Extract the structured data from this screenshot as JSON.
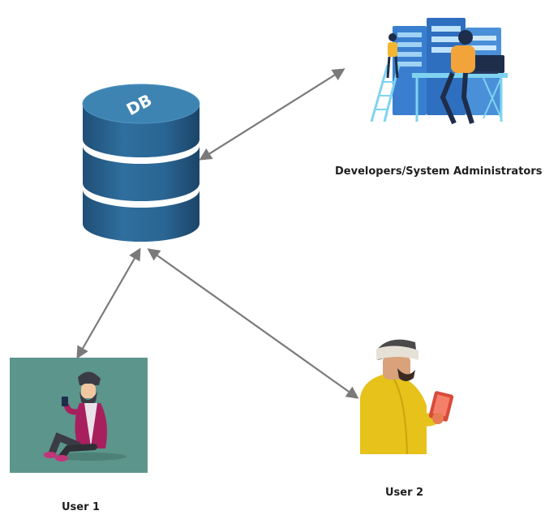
{
  "diagram": {
    "db": {
      "label": "DB"
    },
    "nodes": {
      "admins": {
        "label": "Developers/System Administrators"
      },
      "user1": {
        "label": "User 1"
      },
      "user2": {
        "label": "User 2"
      }
    },
    "colors": {
      "db_top": "#3e84b3",
      "db_body": "#2c6997",
      "db_dark": "#1f4f77",
      "arrow": "#7a7a7a",
      "user1_bg": "#5c958b",
      "hoodie": "#a81f5e",
      "user2_coat": "#e6c21b",
      "text": "#1f1f1f"
    }
  }
}
